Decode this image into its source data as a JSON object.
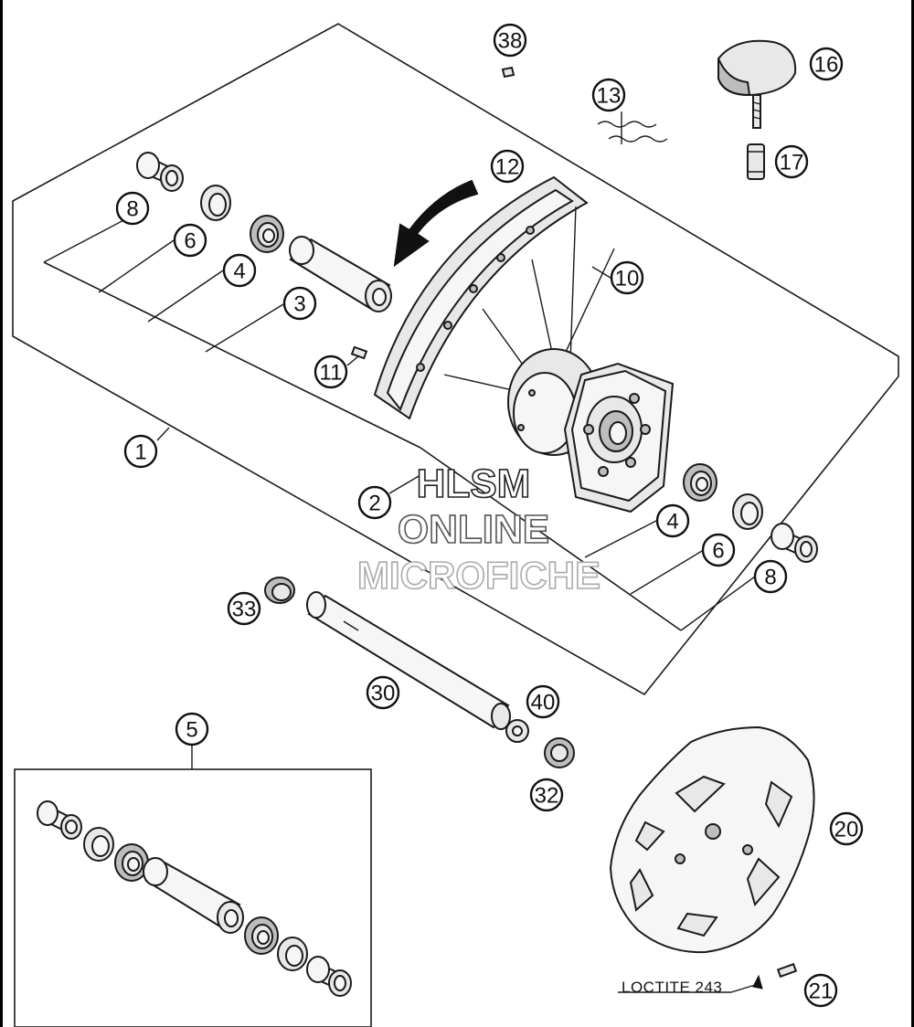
{
  "callouts": [
    {
      "id": "c1",
      "label": "1"
    },
    {
      "id": "c2",
      "label": "2"
    },
    {
      "id": "c3",
      "label": "3"
    },
    {
      "id": "c4a",
      "label": "4"
    },
    {
      "id": "c4b",
      "label": "4"
    },
    {
      "id": "c5",
      "label": "5"
    },
    {
      "id": "c6a",
      "label": "6"
    },
    {
      "id": "c6b",
      "label": "6"
    },
    {
      "id": "c8a",
      "label": "8"
    },
    {
      "id": "c8b",
      "label": "8"
    },
    {
      "id": "c10",
      "label": "10"
    },
    {
      "id": "c11",
      "label": "11"
    },
    {
      "id": "c12",
      "label": "12"
    },
    {
      "id": "c13",
      "label": "13"
    },
    {
      "id": "c16",
      "label": "16"
    },
    {
      "id": "c17",
      "label": "17"
    },
    {
      "id": "c20",
      "label": "20"
    },
    {
      "id": "c21",
      "label": "21"
    },
    {
      "id": "c30",
      "label": "30"
    },
    {
      "id": "c32",
      "label": "32"
    },
    {
      "id": "c33",
      "label": "33"
    },
    {
      "id": "c38",
      "label": "38"
    },
    {
      "id": "c40",
      "label": "40"
    }
  ],
  "note": "LOCTITE 243",
  "watermark": {
    "line1": "HLSM",
    "line2": "ONLINE",
    "line3": "MICROFICHE"
  }
}
